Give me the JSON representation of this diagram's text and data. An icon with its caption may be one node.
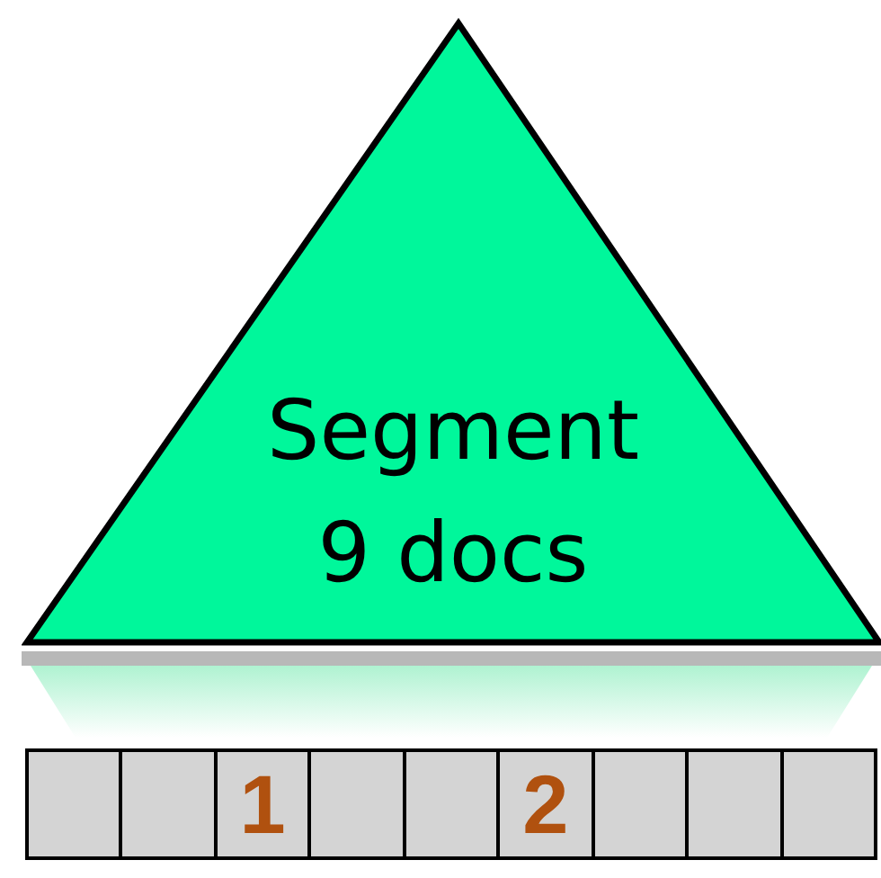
{
  "diagram": {
    "nodes": [
      {
        "text": [
          "Segment",
          "9 docs"
        ]
      },
      {
        "text": [],
        "shape": "box"
      },
      {
        "text": [],
        "shape": "box"
      },
      {
        "text": [
          "1"
        ]
      },
      {
        "text": [],
        "shape": "box"
      },
      {
        "text": [],
        "shape": "box"
      },
      {
        "text": [
          "2"
        ]
      },
      {
        "text": [],
        "shape": "box"
      },
      {
        "text": [],
        "shape": "box"
      },
      {
        "text": [],
        "shape": "box"
      }
    ]
  }
}
